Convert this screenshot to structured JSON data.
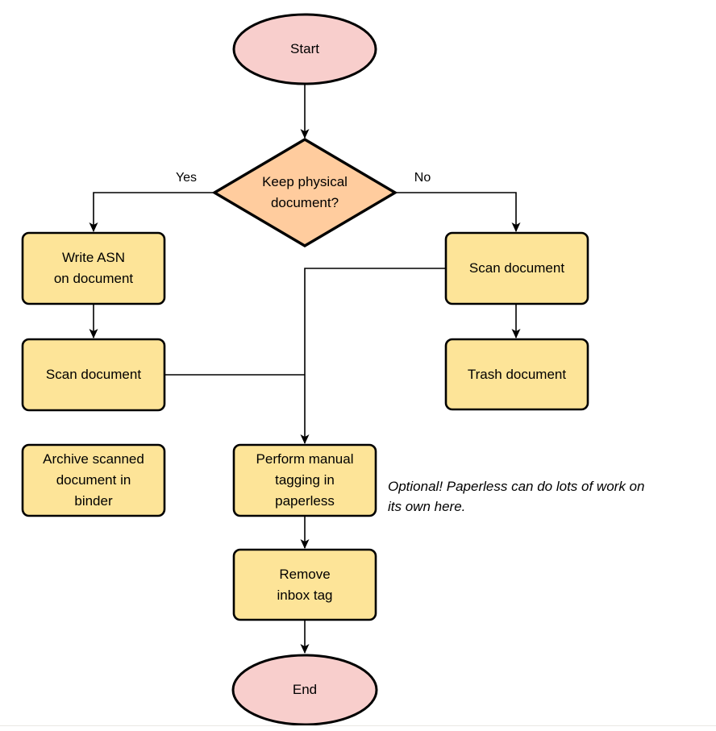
{
  "colors": {
    "terminator_fill": "#f8cecc",
    "decision_fill": "#ffcc9e",
    "process_fill": "#fde498",
    "stroke": "#000000",
    "background": "#ffffff",
    "bottom_rule": "#e9e7e3"
  },
  "nodes": {
    "start": {
      "label": "Start"
    },
    "decision": {
      "label": "Keep physical\ndocument?"
    },
    "write_asn": {
      "label": "Write ASN\non document"
    },
    "scan_left": {
      "label": "Scan document"
    },
    "archive": {
      "label": "Archive scanned\ndocument in\nbinder"
    },
    "scan_right": {
      "label": "Scan document"
    },
    "trash": {
      "label": "Trash document"
    },
    "tagging": {
      "label": "Perform manual\ntagging in\npaperless"
    },
    "remove_inbox": {
      "label": "Remove\ninbox tag"
    },
    "end": {
      "label": "End"
    }
  },
  "edge_labels": {
    "yes": "Yes",
    "no": "No"
  },
  "note": {
    "text": "Optional! Paperless can do lots of work on\nits own here."
  }
}
